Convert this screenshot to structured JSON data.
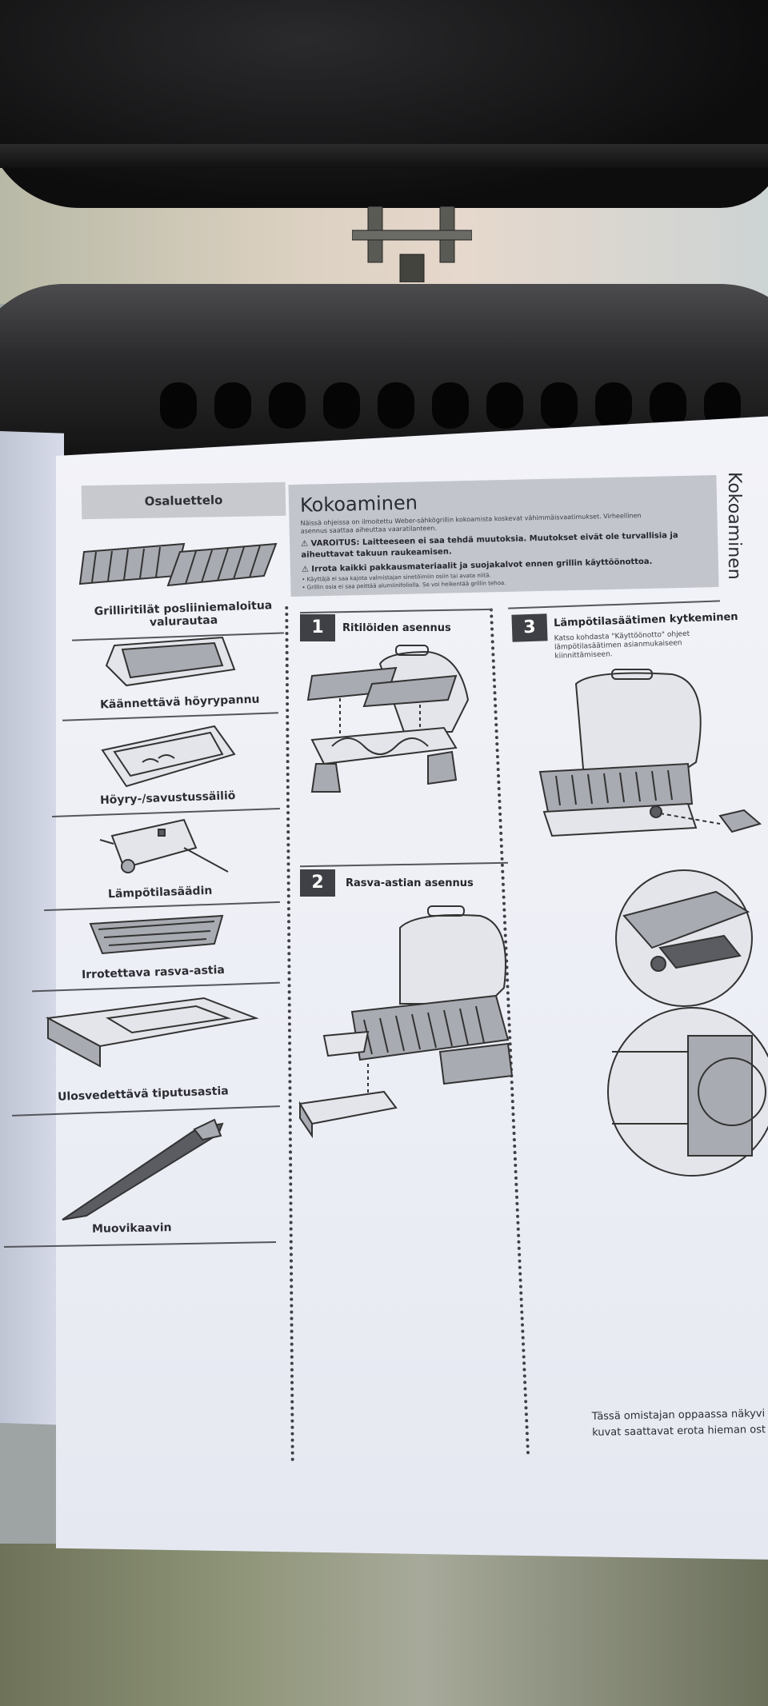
{
  "document": {
    "parts_header": "Osaluettelo",
    "main_title": "Kokoaminen",
    "side_tab": "Kokoaminen",
    "intro": "Näissä ohjeissa on ilmoitettu Weber-sähkögrillin kokoamista koskevat vähimmäisvaatimukset. Virheellinen asennus saattaa aiheuttaa vaaratilanteen.",
    "warning_1": "⚠ VAROITUS: Laitteeseen ei saa tehdä muutoksia. Muutokset eivät ole turvallisia ja aiheuttavat takuun raukeamisen.",
    "warning_2": "⚠ Irrota kaikki pakkausmateriaalit ja suojakalvot ennen grillin käyttöönottoa.",
    "note_1": "• Käyttäjä ei saa kajota valmistajan sinetöimiin osiin tai avata niitä.",
    "note_2": "• Grillin osia ei saa peittää alumiinifoliolla. Se voi heikentää grillin tehoa.",
    "footer_line_1": "Tässä omistajan oppaassa näkyvi",
    "footer_line_2": "kuvat saattavat erota hieman ost"
  },
  "parts": [
    {
      "line1": "Grilliritilät posliiniemaloitua",
      "line2": "valurautaa"
    },
    {
      "line1": "Käännettävä höyrypannu",
      "line2": ""
    },
    {
      "line1": "Höyry-/savustussäiliö",
      "line2": ""
    },
    {
      "line1": "Lämpötilasäädin",
      "line2": ""
    },
    {
      "line1": "Irrotettava rasva-astia",
      "line2": ""
    },
    {
      "line1": "Ulosvedettävä tiputusastia",
      "line2": ""
    },
    {
      "line1": "Muovikaavin",
      "line2": ""
    }
  ],
  "steps": [
    {
      "number": "1",
      "title": "Ritilöiden asennus",
      "desc": ""
    },
    {
      "number": "2",
      "title": "Rasva-astian asennus",
      "desc": ""
    },
    {
      "number": "3",
      "title": "Lämpötilasäätimen kytkeminen",
      "desc": "Katso kohdasta \"Käyttöönotto\" ohjeet lämpötilasäätimen asianmukaiseen kiinnittämiseen."
    }
  ]
}
